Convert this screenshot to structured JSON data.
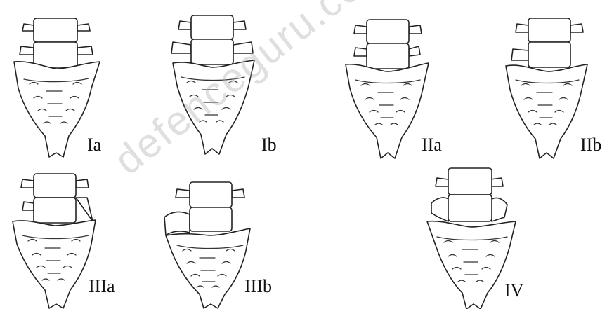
{
  "figure": {
    "panels": [
      {
        "id": "Ia",
        "label": "Ia"
      },
      {
        "id": "Ib",
        "label": "Ib"
      },
      {
        "id": "IIa",
        "label": "IIa"
      },
      {
        "id": "IIb",
        "label": "IIb"
      },
      {
        "id": "IIIa",
        "label": "IIIa"
      },
      {
        "id": "IIIb",
        "label": "IIIb"
      },
      {
        "id": "IV",
        "label": "IV"
      }
    ],
    "watermark": "defenceguru.co.in"
  }
}
